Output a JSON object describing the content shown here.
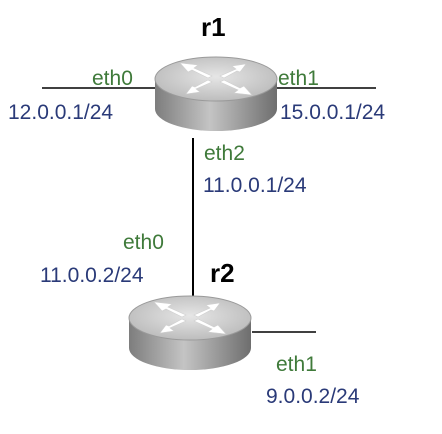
{
  "colors": {
    "interface_name": "#3f7a3a",
    "ip_address": "#2a3a78",
    "router_label": "#000000",
    "link": "#000000",
    "router_body": "#a9a9a9"
  },
  "icons": {
    "router": "router-icon"
  },
  "routers": {
    "r1": {
      "label": "r1",
      "eth0": {
        "name": "eth0",
        "ip": "12.0.0.1/24"
      },
      "eth1": {
        "name": "eth1",
        "ip": "15.0.0.1/24"
      },
      "eth2": {
        "name": "eth2",
        "ip": "11.0.0.1/24"
      }
    },
    "r2": {
      "label": "r2",
      "eth0": {
        "name": "eth0",
        "ip": "11.0.0.2/24"
      },
      "eth1": {
        "name": "eth1",
        "ip": "9.0.0.2/24"
      }
    }
  }
}
